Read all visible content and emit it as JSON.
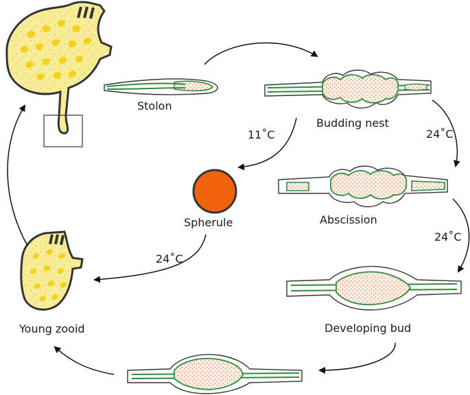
{
  "labels": {
    "stolon": "Stolon",
    "budding_nest": "Budding nest",
    "temp_cold": "11˚C",
    "temp_warm_1": "24˚C",
    "abscission": "Abscission",
    "temp_warm_2": "24˚C",
    "spherule": "Spherule",
    "temp_warm_3": "24˚C",
    "young_zooid": "Young zooid",
    "developing_bud": "Developing bud"
  },
  "colors": {
    "outline": "#333333",
    "arrow": "#111111",
    "zooid_fill": "#f7ec9a",
    "zooid_spots": "#f3d21a",
    "tissue_green": "#2e8b3e",
    "cells_orange": "#e8733a",
    "spherule_fill": "#f0620c"
  }
}
